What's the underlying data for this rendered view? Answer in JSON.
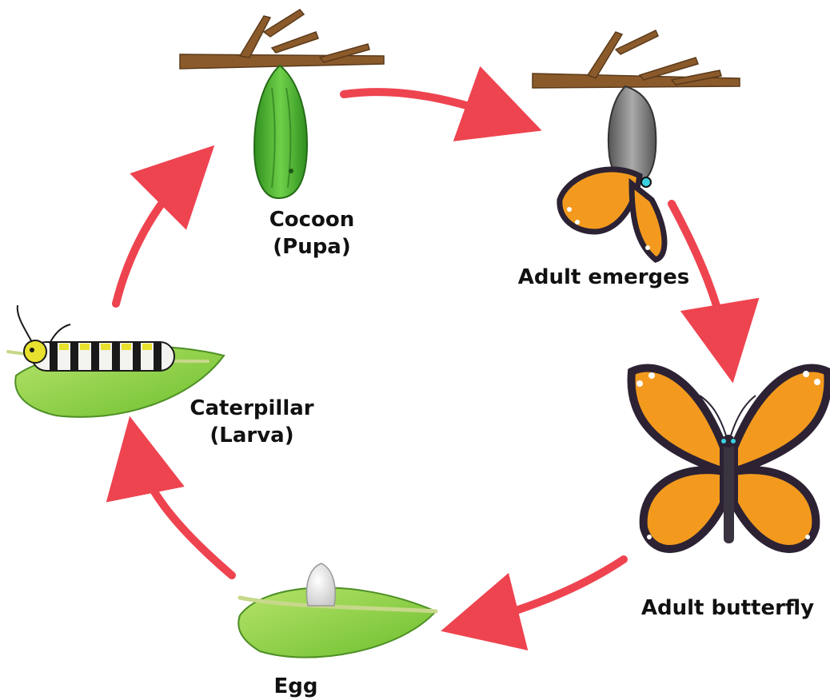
{
  "stages": {
    "cocoon": {
      "line1": "Cocoon",
      "line2": "(Pupa)"
    },
    "adult_emerges": {
      "line1": "Adult emerges"
    },
    "adult_butterfly": {
      "line1": "Adult butterfly"
    },
    "egg": {
      "line1": "Egg"
    },
    "caterpillar": {
      "line1": "Caterpillar",
      "line2": "(Larva)"
    }
  },
  "colors": {
    "arrow": "#ee4450",
    "branch": "#8b5a2b",
    "leaf": "#8fd14f",
    "leaf_dark": "#5aa02c",
    "chrysalis": "#4cb82e",
    "wing_orange": "#f39a1e",
    "wing_black": "#2c2233"
  },
  "icons": [
    "branch-icon",
    "chrysalis-icon",
    "emerging-butterfly-icon",
    "butterfly-icon",
    "egg-leaf-icon",
    "caterpillar-leaf-icon",
    "cycle-arrow-icon"
  ]
}
